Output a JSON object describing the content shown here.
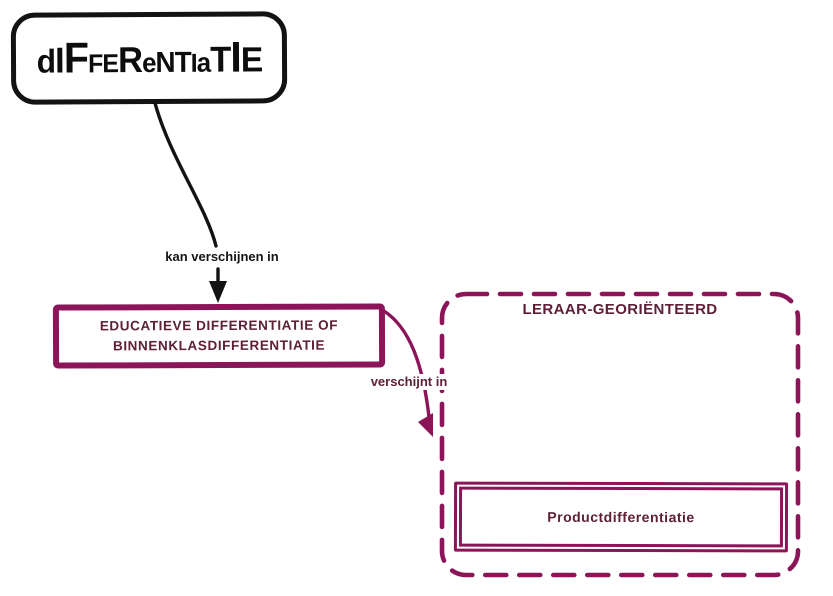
{
  "colors": {
    "accent": "#8C155A",
    "node_text": "#5E2038",
    "link_text_black": "#131313"
  },
  "root_node": {
    "label": "DIFFERENTIATIE",
    "letters": [
      "d",
      "I",
      "F",
      "F",
      "E",
      "R",
      "e",
      "N",
      "T",
      "I",
      "a",
      "T",
      "I",
      "E"
    ]
  },
  "edu_node": {
    "label": "EDUCATIEVE DIFFERENTIATIE OF BINNENKLASDIFFERENTIATIE",
    "lines": [
      "EDUCATIEVE DIFFERENTIATIE OF",
      "BINNENKLASDIFFERENTIATIE"
    ]
  },
  "container_node": {
    "title": "LERAAR-GEORIËNTEERD"
  },
  "product_node": {
    "label": "Productdifferentiatie"
  },
  "links": [
    {
      "label": "kan verschijnen in",
      "from": "DIFFERENTIATIE",
      "to": "EDUCATIEVE DIFFERENTIATIE OF BINNENKLASDIFFERENTIATIE"
    },
    {
      "label": "verschijnt in",
      "from": "EDUCATIEVE DIFFERENTIATIE OF BINNENKLASDIFFERENTIATIE",
      "to": "LERAAR-GEORIËNTEERD"
    }
  ]
}
